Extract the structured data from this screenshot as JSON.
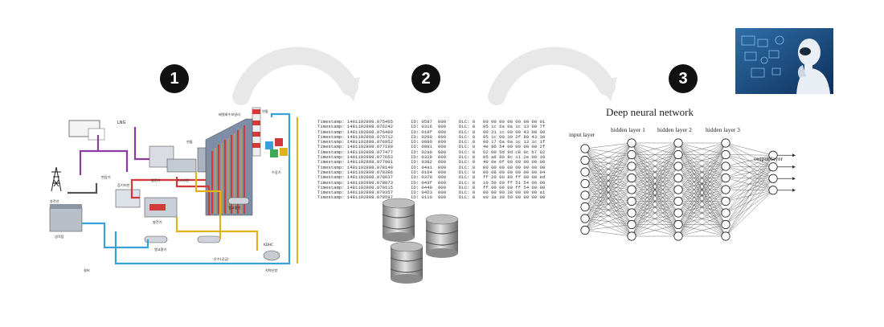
{
  "steps": {
    "s1": "1",
    "s2": "2",
    "s3": "3"
  },
  "plant": {
    "labels": [
      "LNG",
      "연돌",
      "배열회수보일러",
      "수증기",
      "발전기",
      "가스터빈",
      "증기터빈",
      "발전기",
      "냉각탑",
      "송전선",
      "변압기",
      "KDHC",
      "온수(공급)",
      "지역난방 열공급 설비",
      "복수기",
      "열교환기",
      "발전기",
      "설비"
    ]
  },
  "log": {
    "rows": [
      {
        "ts": "Timestamp: 1481192898.075465",
        "id": "ID: 0587",
        "f": "000",
        "dlc": "DLC: 8",
        "data": "00 00 00 00 00 00 00 01"
      },
      {
        "ts": "Timestamp: 1481192898.076242",
        "id": "ID: 0316",
        "f": "000",
        "dlc": "DLC: 8",
        "data": "05 1c 6a 0a 1c 13 00 7f"
      },
      {
        "ts": "Timestamp: 1481192898.076480",
        "id": "ID: 018f",
        "f": "000",
        "dlc": "DLC: 8",
        "data": "00 21 1c 00 00 43 00 00"
      },
      {
        "ts": "Timestamp: 1481192898.076712",
        "id": "ID: 0260",
        "f": "000",
        "dlc": "DLC: 8",
        "data": "05 1c 00 30 2f 80 43 30"
      },
      {
        "ts": "Timestamp: 1481192898.076952",
        "id": "ID: 0080",
        "f": "000",
        "dlc": "DLC: 8",
        "data": "00 17 6a 0a 1c 13 1c 1f"
      },
      {
        "ts": "Timestamp: 1481192898.077190",
        "id": "ID: 0081",
        "f": "000",
        "dlc": "DLC: 8",
        "data": "4e 86 54 00 00 00 00 2f"
      },
      {
        "ts": "Timestamp: 1481192898.077477",
        "id": "ID: 02a0",
        "f": "000",
        "dlc": "DLC: 8",
        "data": "62 00 5d 9d c8 0c b7 02"
      },
      {
        "ts": "Timestamp: 1481192898.077653",
        "id": "ID: 0329",
        "f": "000",
        "dlc": "DLC: 8",
        "data": "85 a8 80 8c 11 2e 00 10"
      },
      {
        "ts": "Timestamp: 1481192898.077901",
        "id": "ID: 0382",
        "f": "000",
        "dlc": "DLC: 8",
        "data": "40 0e 0f 00 00 00 00 00"
      },
      {
        "ts": "Timestamp: 1481192898.078149",
        "id": "ID: 04a1",
        "f": "000",
        "dlc": "DLC: 8",
        "data": "00 00 00 00 00 00 00 00"
      },
      {
        "ts": "Timestamp: 1481192898.078386",
        "id": "ID: 0164",
        "f": "000",
        "dlc": "DLC: 8",
        "data": "00 08 00 00 00 00 00 04"
      },
      {
        "ts": "Timestamp: 1481192898.078637",
        "id": "ID: 0370",
        "f": "000",
        "dlc": "DLC: 8",
        "data": "ff 20 00 80 ff 00 00 ed"
      },
      {
        "ts": "Timestamp: 1481192898.078873",
        "id": "ID: 043f",
        "f": "000",
        "dlc": "DLC: 8",
        "data": "10 50 60 ff 51 54 09 00"
      },
      {
        "ts": "Timestamp: 1481192898.079115",
        "id": "ID: 0440",
        "f": "000",
        "dlc": "DLC: 8",
        "data": "ff 00 00 00 ff 54 09 00"
      },
      {
        "ts": "Timestamp: 1481192898.079357",
        "id": "ID: 0423",
        "f": "000",
        "dlc": "DLC: 8",
        "data": "00 00 90 38 00 00 00 a1"
      },
      {
        "ts": "Timestamp: 1481192898.079597",
        "id": "ID: 0110",
        "f": "000",
        "dlc": "DLC: 8",
        "data": "e0 3a 30 59 00 00 00 00"
      }
    ]
  },
  "nn": {
    "title": "Deep neural network",
    "layers": [
      {
        "label": "input layer",
        "nodes": 8
      },
      {
        "label": "hidden layer 1",
        "nodes": 9
      },
      {
        "label": "hidden layer 2",
        "nodes": 9
      },
      {
        "label": "hidden layer 3",
        "nodes": 9
      },
      {
        "label": "output layer",
        "nodes": 4
      }
    ]
  },
  "colors": {
    "arrow": "#e6e6e6",
    "step": "#111111",
    "pipe_blue": "#3aa0d8",
    "pipe_yellow": "#e0b21a",
    "pipe_purple": "#8a3aa0",
    "pipe_red": "#d23a3a",
    "pipe_gray": "#555555"
  }
}
